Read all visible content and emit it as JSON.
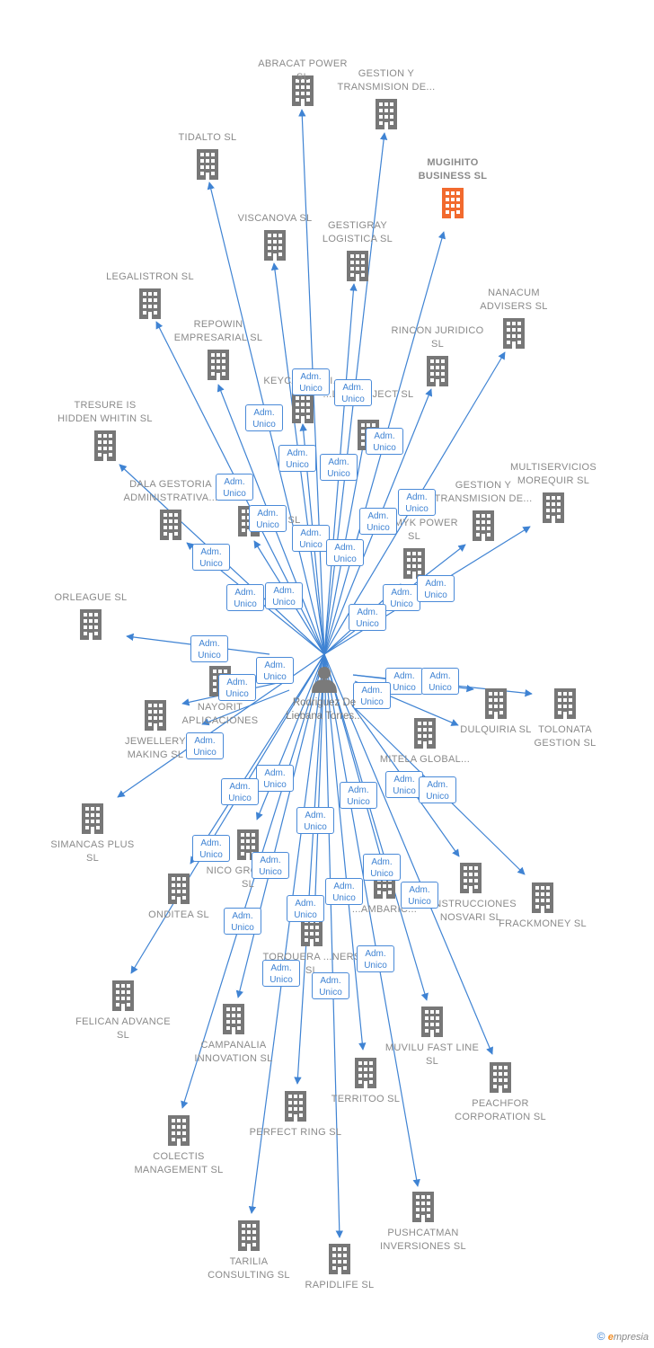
{
  "center": {
    "name": "Rodriguez De Liebana Torres..."
  },
  "role_label": "Adm. Unico",
  "colors": {
    "company": "#777777",
    "highlight": "#f26a2e",
    "edge": "#3f83d3",
    "person": "#7a7a7a"
  },
  "companies": [
    {
      "id": "abracat",
      "label": "ABRACAT POWER SL"
    },
    {
      "id": "gestion1",
      "label": "GESTION Y TRANSMISION DE..."
    },
    {
      "id": "tidalto",
      "label": "TIDALTO SL"
    },
    {
      "id": "mugihito",
      "label": "MUGIHITO BUSINESS SL",
      "highlight": true
    },
    {
      "id": "viscanova",
      "label": "VISCANOVA SL"
    },
    {
      "id": "gestigray",
      "label": "GESTIGRAY LOGISTICA SL"
    },
    {
      "id": "legalistron",
      "label": "LEGALISTRON SL"
    },
    {
      "id": "nanacum",
      "label": "NANACUM ADVISERS SL"
    },
    {
      "id": "repowin",
      "label": "REPOWIN EMPRESARIAL SL"
    },
    {
      "id": "rincon",
      "label": "RINCON JURIDICO SL"
    },
    {
      "id": "keycar",
      "label": "KEYCAR BUSI..."
    },
    {
      "id": "lia",
      "label": "...LIA PROJECT SL"
    },
    {
      "id": "tresure",
      "label": "TRESURE IS HIDDEN WHITIN SL"
    },
    {
      "id": "dala",
      "label": "DALA GESTORIA ADMINISTRATIVA..."
    },
    {
      "id": "sl_hidden",
      "label": "...S SL"
    },
    {
      "id": "gestion2",
      "label": "GESTION Y TRANSMISION DE..."
    },
    {
      "id": "multiservicios",
      "label": "MULTISERVICIOS MOREQUIR SL"
    },
    {
      "id": "osmyk",
      "label": "...OSMYK POWER SL"
    },
    {
      "id": "orleague",
      "label": "ORLEAGUE SL"
    },
    {
      "id": "nayorit",
      "label": "NAYORIT APLICACIONES"
    },
    {
      "id": "jewellery",
      "label": "JEWELLERY MAKING SL"
    },
    {
      "id": "dulquiria",
      "label": "DULQUIRIA SL"
    },
    {
      "id": "tolonata",
      "label": "TOLONATA GESTION SL"
    },
    {
      "id": "mitela",
      "label": "MITELA GLOBAL..."
    },
    {
      "id": "simancas",
      "label": "SIMANCAS PLUS SL"
    },
    {
      "id": "nico",
      "label": "NICO GROGROG SL"
    },
    {
      "id": "onditea",
      "label": "ONDITEA SL"
    },
    {
      "id": "zambaric",
      "label": "...AMBARIC..."
    },
    {
      "id": "construcciones",
      "label": "...NSTRUCCIONES NOSVARI SL"
    },
    {
      "id": "frackmoney",
      "label": "FRACKMONEY SL"
    },
    {
      "id": "felican",
      "label": "FELICAN ADVANCE SL"
    },
    {
      "id": "torquera",
      "label": "TORQUERA ...NERS SL"
    },
    {
      "id": "campanalia",
      "label": "CAMPANALIA INNOVATION SL"
    },
    {
      "id": "muvilu",
      "label": "MUVILU FAST LINE SL"
    },
    {
      "id": "territoo",
      "label": "TERRITOO SL"
    },
    {
      "id": "peachfor",
      "label": "PEACHFOR CORPORATION SL"
    },
    {
      "id": "perfect",
      "label": "PERFECT RING SL"
    },
    {
      "id": "colectis",
      "label": "COLECTIS MANAGEMENT SL"
    },
    {
      "id": "pushcatman",
      "label": "PUSHCATMAN INVERSIONES SL"
    },
    {
      "id": "tarilia",
      "label": "TARILIA CONSULTING SL"
    },
    {
      "id": "rapidlife",
      "label": "RAPIDLIFE SL"
    }
  ],
  "footer": {
    "symbol": "©",
    "brand_initial": "e",
    "brand_rest": "mpresia"
  }
}
